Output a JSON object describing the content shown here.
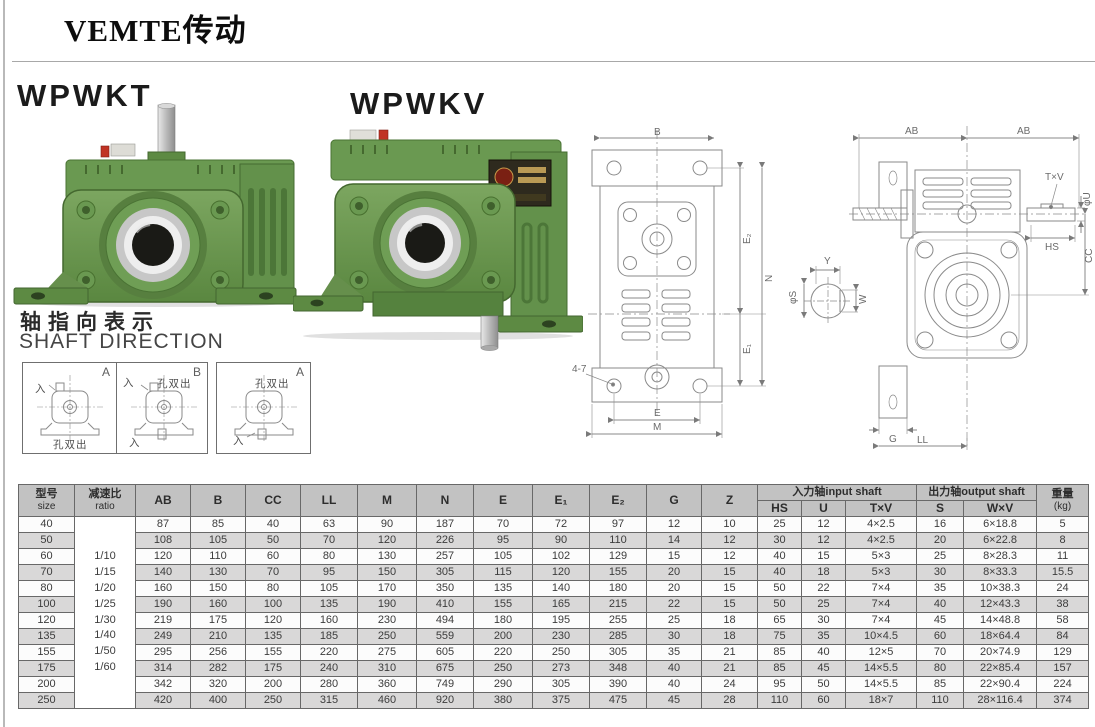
{
  "page": {
    "logo": "VEMTE传动"
  },
  "products": {
    "left_name": "WPWKT",
    "right_name": "WPWKV"
  },
  "shaft_direction": {
    "title_zh": "轴指向表示",
    "title_en": "SHAFT DIRECTION",
    "boxes": [
      {
        "corner": "A",
        "in_top": "入",
        "out_bottom": "孔双出"
      },
      {
        "corner": "B",
        "in_top": "入",
        "out_top": "孔双出",
        "in_bottom": "入"
      },
      {
        "corner": "A",
        "out_top": "孔双出",
        "in_bottom": "入"
      }
    ]
  },
  "drawings": {
    "front_view": {
      "top": "B",
      "right_upper": "E₂",
      "right_outer": "N",
      "right_lower": "E₁",
      "callout": "4-7",
      "bottom_inner": "E",
      "bottom_outer": "M"
    },
    "side_view": {
      "ab_left": "AB",
      "ab_right": "AB",
      "keyway": "T×V",
      "shaft_dia": "φU",
      "hub": "HS",
      "vertical": "CC",
      "bottom_small": "G",
      "bottom": "LL"
    },
    "shaft_detail": {
      "top": "Y",
      "left": "φS",
      "right": "W"
    }
  },
  "table": {
    "headers": {
      "size_zh": "型号",
      "size_en": "size",
      "ratio_zh": "减速比",
      "ratio_en": "ratio",
      "dims": [
        "AB",
        "B",
        "CC",
        "LL",
        "M",
        "N",
        "E",
        "E₁",
        "E₂",
        "G",
        "Z"
      ],
      "input_group": "入力轴input shaft",
      "input_cols": [
        "HS",
        "U",
        "T×V"
      ],
      "output_group": "出力轴output shaft",
      "output_cols": [
        "S",
        "W×V"
      ],
      "weight_zh": "重量",
      "weight_unit": "(kg)"
    },
    "ratio_values": [
      "1/10",
      "1/15",
      "1/20",
      "1/25",
      "1/30",
      "1/40",
      "1/50",
      "1/60"
    ],
    "rows": [
      {
        "size": "40",
        "cells": [
          "87",
          "85",
          "40",
          "63",
          "90",
          "187",
          "70",
          "72",
          "97",
          "12",
          "10",
          "25",
          "12",
          "4×2.5",
          "16",
          "6×18.8",
          "5"
        ]
      },
      {
        "size": "50",
        "cells": [
          "108",
          "105",
          "50",
          "70",
          "120",
          "226",
          "95",
          "90",
          "110",
          "14",
          "12",
          "30",
          "12",
          "4×2.5",
          "20",
          "6×22.8",
          "8"
        ]
      },
      {
        "size": "60",
        "cells": [
          "120",
          "110",
          "60",
          "80",
          "130",
          "257",
          "105",
          "102",
          "129",
          "15",
          "12",
          "40",
          "15",
          "5×3",
          "25",
          "8×28.3",
          "11"
        ]
      },
      {
        "size": "70",
        "cells": [
          "140",
          "130",
          "70",
          "95",
          "150",
          "305",
          "115",
          "120",
          "155",
          "20",
          "15",
          "40",
          "18",
          "5×3",
          "30",
          "8×33.3",
          "15.5"
        ]
      },
      {
        "size": "80",
        "cells": [
          "160",
          "150",
          "80",
          "105",
          "170",
          "350",
          "135",
          "140",
          "180",
          "20",
          "15",
          "50",
          "22",
          "7×4",
          "35",
          "10×38.3",
          "24"
        ]
      },
      {
        "size": "100",
        "cells": [
          "190",
          "160",
          "100",
          "135",
          "190",
          "410",
          "155",
          "165",
          "215",
          "22",
          "15",
          "50",
          "25",
          "7×4",
          "40",
          "12×43.3",
          "38"
        ]
      },
      {
        "size": "120",
        "cells": [
          "219",
          "175",
          "120",
          "160",
          "230",
          "494",
          "180",
          "195",
          "255",
          "25",
          "18",
          "65",
          "30",
          "7×4",
          "45",
          "14×48.8",
          "58"
        ]
      },
      {
        "size": "135",
        "cells": [
          "249",
          "210",
          "135",
          "185",
          "250",
          "559",
          "200",
          "230",
          "285",
          "30",
          "18",
          "75",
          "35",
          "10×4.5",
          "60",
          "18×64.4",
          "84"
        ]
      },
      {
        "size": "155",
        "cells": [
          "295",
          "256",
          "155",
          "220",
          "275",
          "605",
          "220",
          "250",
          "305",
          "35",
          "21",
          "85",
          "40",
          "12×5",
          "70",
          "20×74.9",
          "129"
        ]
      },
      {
        "size": "175",
        "cells": [
          "314",
          "282",
          "175",
          "240",
          "310",
          "675",
          "250",
          "273",
          "348",
          "40",
          "21",
          "85",
          "45",
          "14×5.5",
          "80",
          "22×85.4",
          "157"
        ]
      },
      {
        "size": "200",
        "cells": [
          "342",
          "320",
          "200",
          "280",
          "360",
          "749",
          "290",
          "305",
          "390",
          "40",
          "24",
          "95",
          "50",
          "14×5.5",
          "85",
          "22×90.4",
          "224"
        ]
      },
      {
        "size": "250",
        "cells": [
          "420",
          "400",
          "250",
          "315",
          "460",
          "920",
          "380",
          "375",
          "475",
          "45",
          "28",
          "110",
          "60",
          "18×7",
          "110",
          "28×116.4",
          "374"
        ]
      }
    ]
  }
}
